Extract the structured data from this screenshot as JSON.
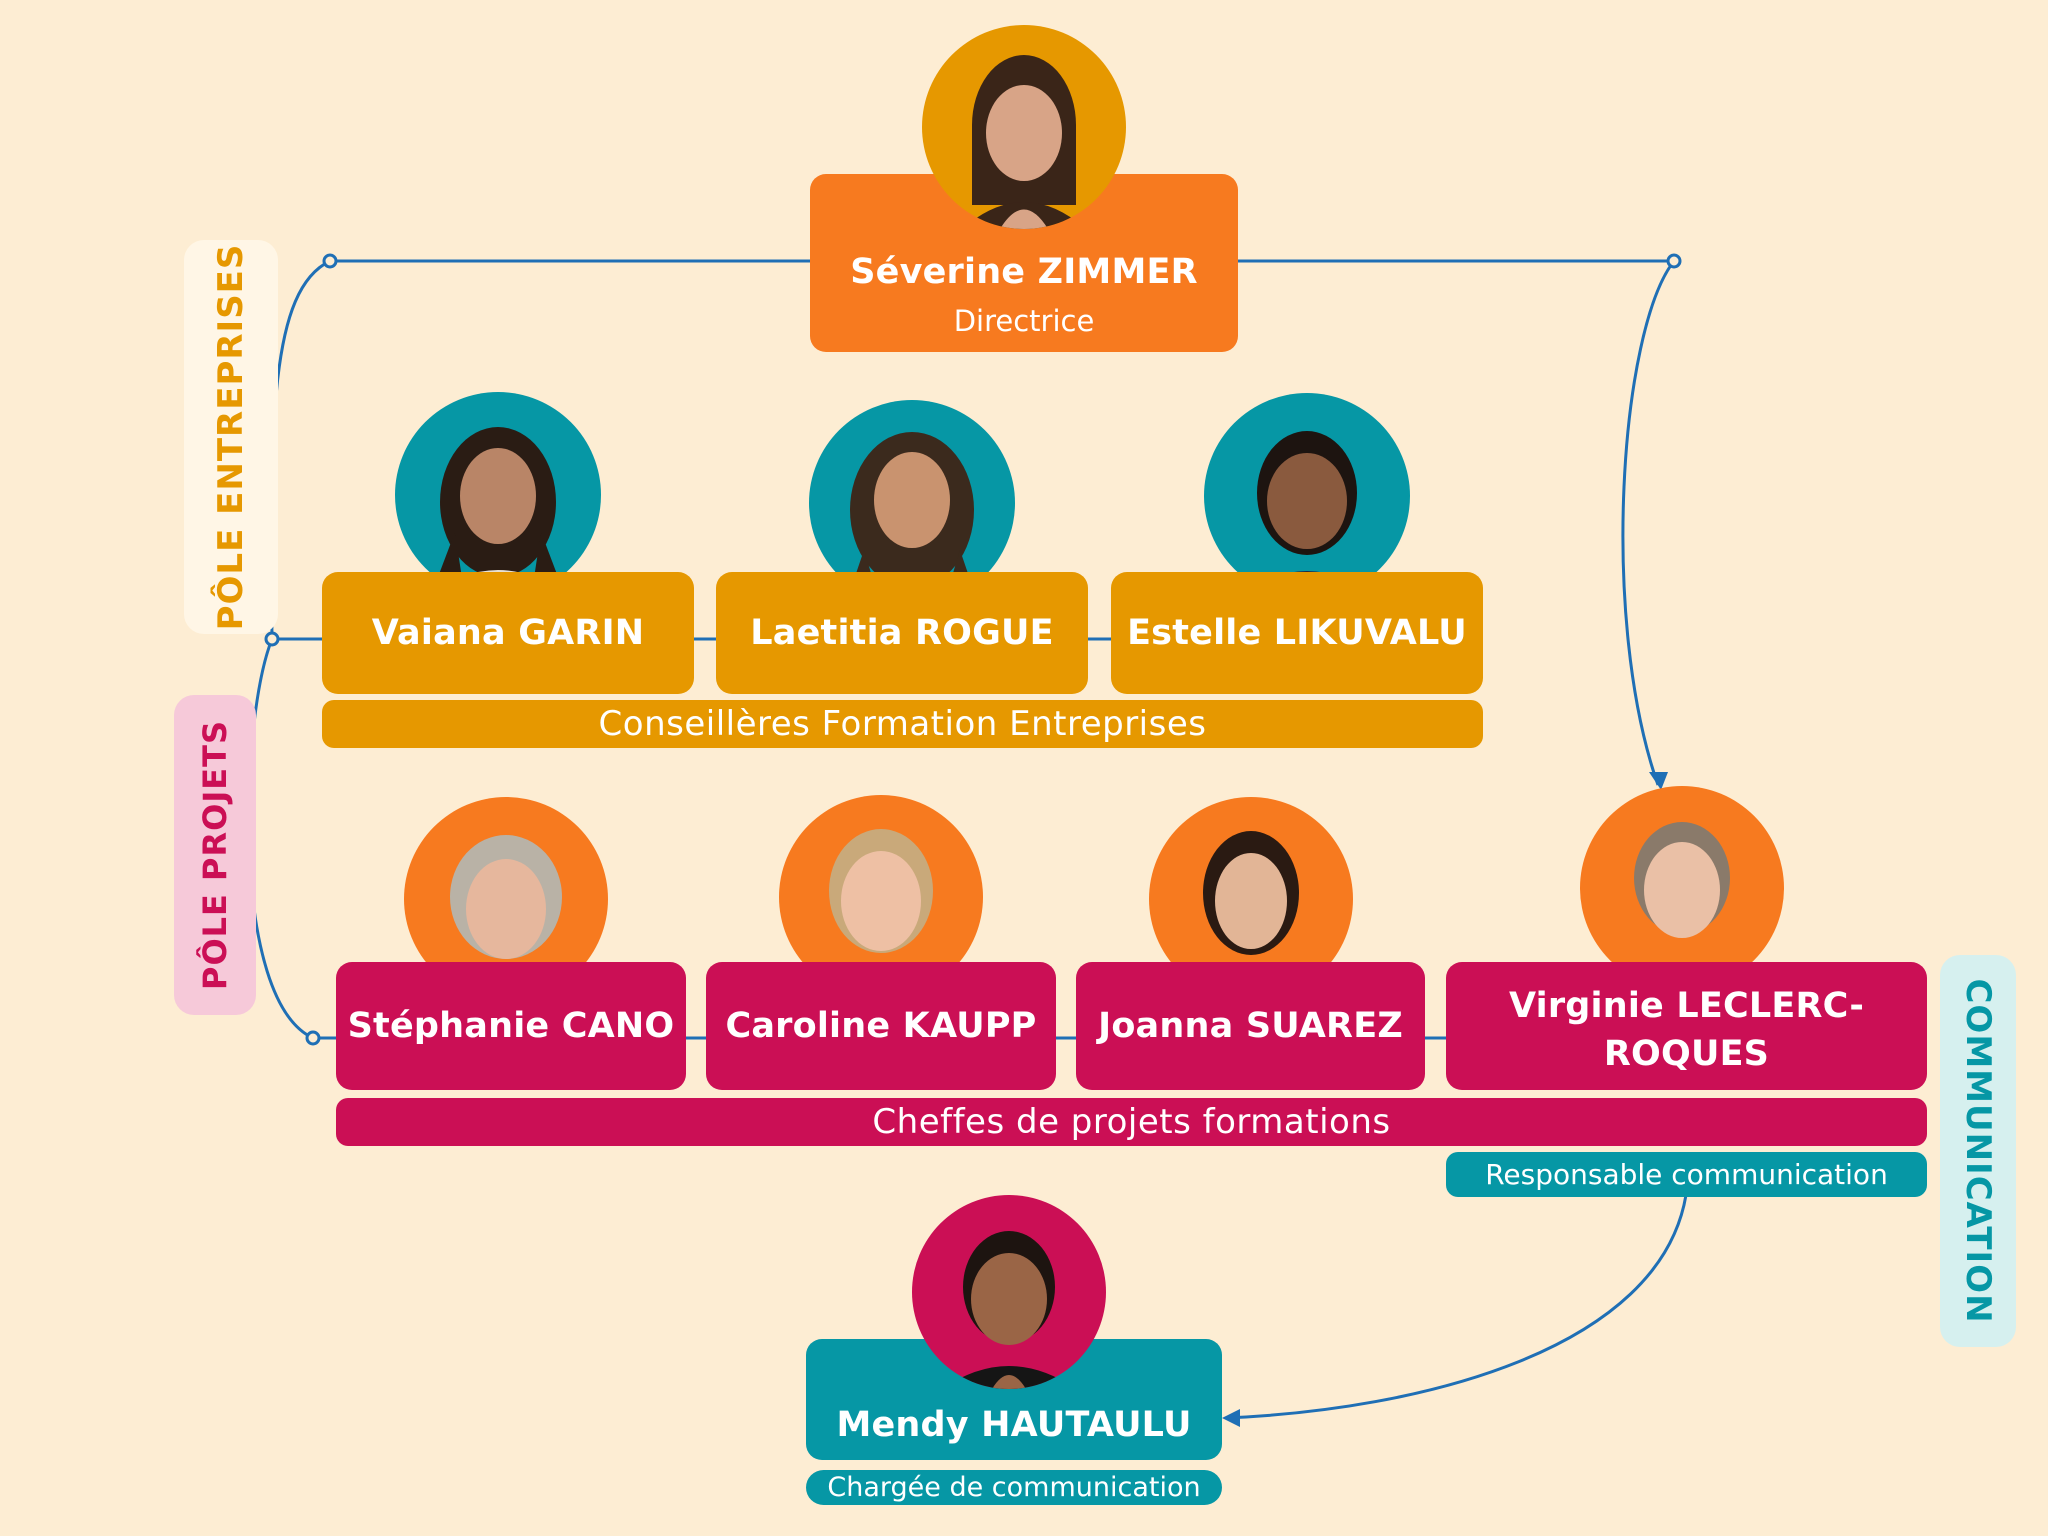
{
  "colors": {
    "background": "#fdedd3",
    "director": "#f77a1f",
    "entreprises": "#e69800",
    "projets": "#cb0f55",
    "communication": "#0697a5",
    "connector": "#1f6fb5"
  },
  "director": {
    "name": "Séverine ZIMMER",
    "role": "Directrice"
  },
  "pole_entreprises": {
    "label": "PÔLE ENTREPRISES",
    "members": [
      {
        "name": "Vaiana GARIN"
      },
      {
        "name": "Laetitia ROGUE"
      },
      {
        "name": "Estelle LIKUVALU"
      }
    ],
    "role_bar": "Conseillères Formation Entreprises"
  },
  "pole_projets": {
    "label": "PÔLE PROJETS",
    "members": [
      {
        "name": "Stéphanie CANO"
      },
      {
        "name": "Caroline KAUPP"
      },
      {
        "name": "Joanna SUAREZ"
      },
      {
        "name": "Virginie LECLERC-\nROQUES"
      }
    ],
    "role_bar": "Cheffes de projets formations"
  },
  "communication": {
    "label": "COMMUNICATION",
    "lead_role": "Responsable communication",
    "member": {
      "name": "Mendy HAUTAULU",
      "role": "Chargée de communication"
    }
  }
}
